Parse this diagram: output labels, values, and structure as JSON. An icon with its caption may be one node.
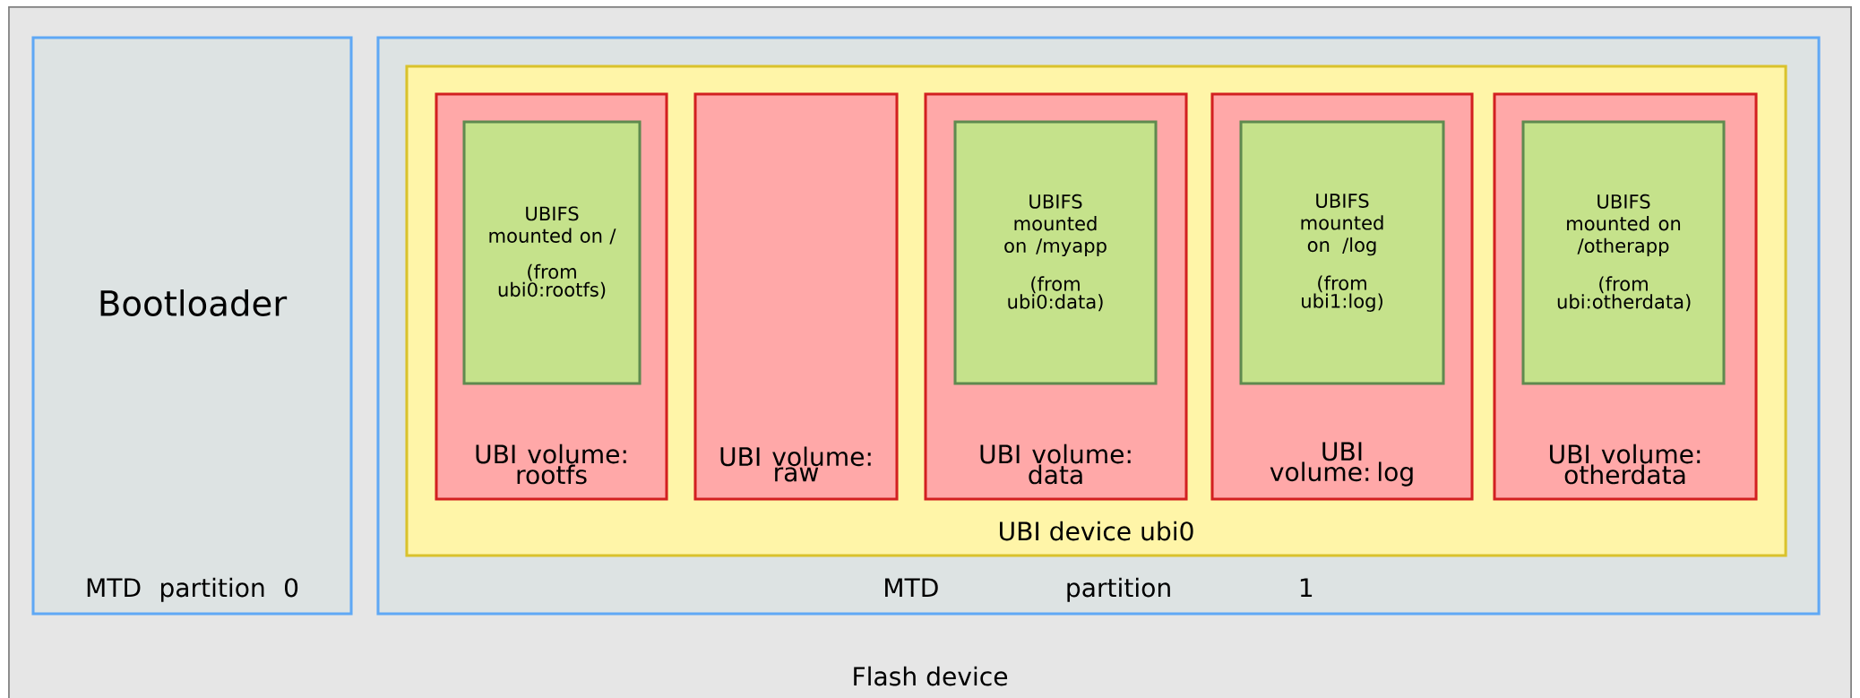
{
  "diagram": {
    "nodes": [
      {
        "text": [
          "Flash device"
        ]
      },
      {
        "text": [
          "Bootloader",
          "MTD partition 0"
        ],
        "in": 0
      },
      {
        "text": [
          "MTD partition 1"
        ],
        "in": 0
      },
      {
        "text": [
          "UBI device ubi0"
        ],
        "in": 2
      },
      {
        "text": [
          "UBI volume: rootfs"
        ],
        "in": 3
      },
      {
        "text": [
          "UBIFS mounted on /",
          "(from ubi0:rootfs)"
        ],
        "in": 4
      },
      {
        "text": [
          "UBI volume: raw"
        ],
        "in": 3
      },
      {
        "text": [
          "UBI volume: data"
        ],
        "in": 3
      },
      {
        "text": [
          "UBIFS mounted on /myapp",
          "(from ubi0:data)"
        ],
        "in": 7
      },
      {
        "text": [
          "UBI volume: log"
        ],
        "in": 3
      },
      {
        "text": [
          "UBIFS mounted on /log",
          "(from ubi1:log)"
        ],
        "in": 9
      },
      {
        "text": [
          "UBI volume: otherdata"
        ],
        "in": 3
      },
      {
        "text": [
          "UBIFS mounted on /otherapp",
          "(from ubi:otherdata)"
        ],
        "in": 11
      }
    ]
  }
}
